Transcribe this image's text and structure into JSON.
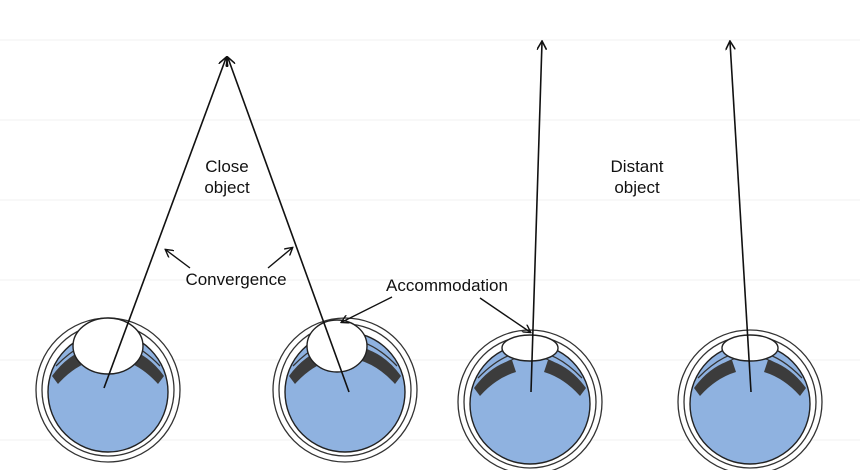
{
  "labels": {
    "close_object_line1": "Close",
    "close_object_line2": "object",
    "distant_object_line1": "Distant",
    "distant_object_line2": "object",
    "convergence": "Convergence",
    "accommodation": "Accommodation"
  },
  "eyes": [
    {
      "name": "eye-close-left",
      "looking_at": "close object",
      "lens": "thick"
    },
    {
      "name": "eye-close-right",
      "looking_at": "close object",
      "lens": "thick"
    },
    {
      "name": "eye-distant-left",
      "looking_at": "distant object",
      "lens": "thin"
    },
    {
      "name": "eye-distant-right",
      "looking_at": "distant object",
      "lens": "thin"
    }
  ],
  "colors": {
    "eyeball_fill": "#8fb2e0",
    "ciliary_dark": "#3c3c3c",
    "outline": "#222222",
    "background": "#ffffff",
    "stripe": "#f0f0f0"
  }
}
